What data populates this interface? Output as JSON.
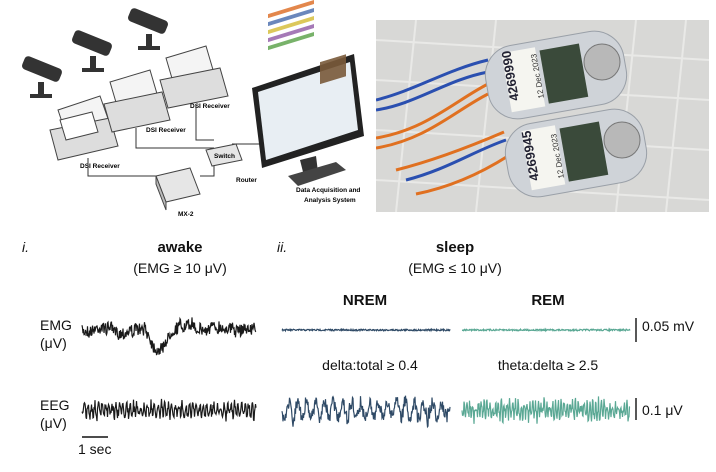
{
  "schematic": {
    "receiver_labels": [
      "DSI Receiver",
      "DSI Receiver",
      "DSI Receiver"
    ],
    "switch_label": "Switch",
    "router_label": "Router",
    "mx2_label": "MX-2",
    "system_label_line1": "Data Acquisition and",
    "system_label_line2": "Analysis System"
  },
  "photo": {
    "device1_id": "4269990",
    "device1_date": "12 Dec 2023",
    "device2_id": "4269945",
    "device2_date": "12 Dec 2023"
  },
  "panel_i": {
    "marker": "i.",
    "title": "awake",
    "subtitle": "(EMG ≥ 10 μV)"
  },
  "panel_ii": {
    "marker": "ii.",
    "title": "sleep",
    "subtitle": "(EMG ≤ 10 μV)",
    "nrem_label": "NREM",
    "rem_label": "REM",
    "nrem_criterion": "delta:total ≥ 0.4",
    "rem_criterion": "theta:delta ≥ 2.5"
  },
  "row_labels": {
    "emg_line1": "EMG",
    "emg_line2": "(μV)",
    "eeg_line1": "EEG",
    "eeg_line2": "(μV)"
  },
  "scale_bars": {
    "emg_scale": "0.05 mV",
    "eeg_scale": "0.1 μV",
    "time_scale": "1 sec"
  },
  "colors": {
    "awake_trace": "#1a1a1a",
    "nrem_trace": "#2f4a66",
    "rem_trace": "#5aa894"
  }
}
